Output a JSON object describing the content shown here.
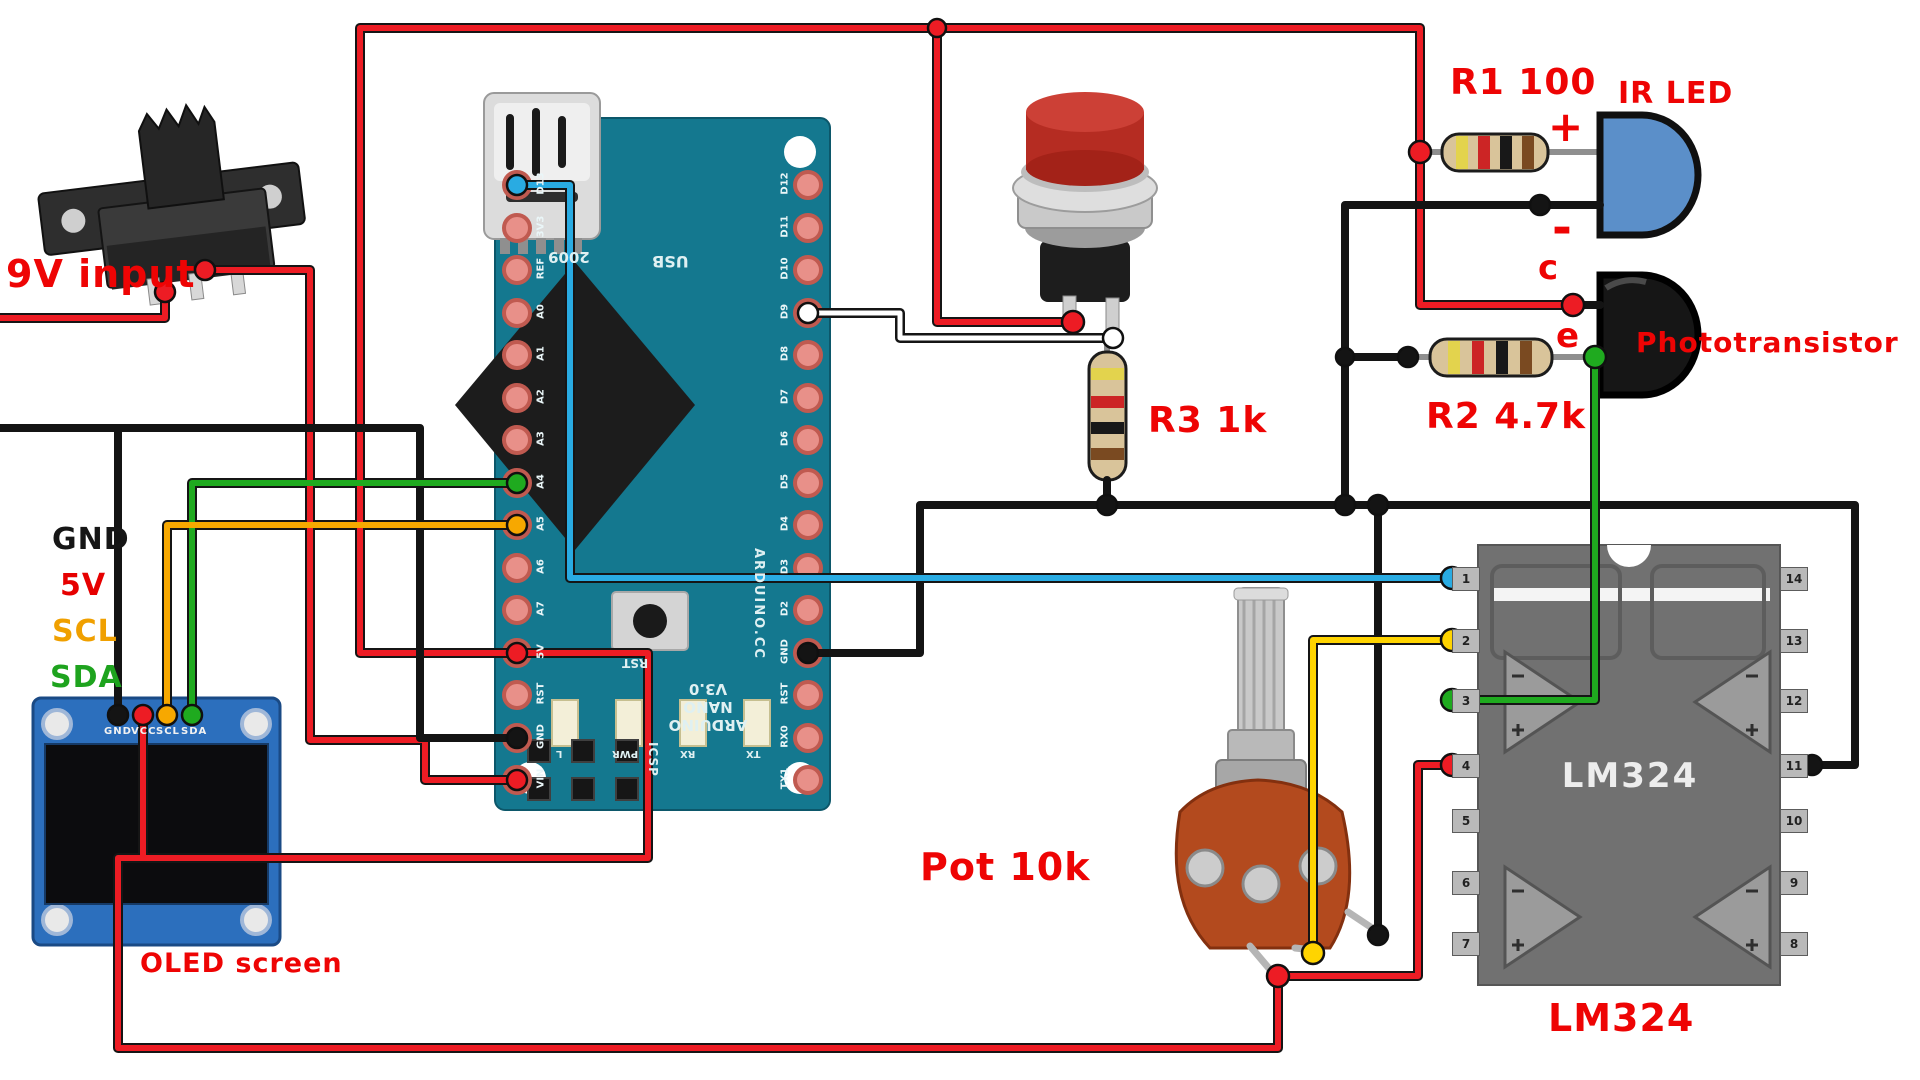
{
  "diagram_type": "electronics-wiring-diagram",
  "colors": {
    "wire_red": "#ed1c24",
    "wire_black": "#141414",
    "wire_white": "#ffffff",
    "wire_cyan": "#29abe2",
    "wire_green": "#1faa1f",
    "wire_orange": "#f7a800",
    "wire_yellow": "#ffd400",
    "nano_board": "#14788f",
    "oled_pcb": "#2c6fbd",
    "annotation_red": "#ee0404",
    "chip_gray": "#717171"
  },
  "labels": {
    "nine_v": "9V input",
    "r1": "R1 100",
    "r2": "R2 4.7k",
    "r3": "R3 1k",
    "pot": "Pot 10k",
    "ir_led": "IR LED",
    "phototransistor": "Phototransistor",
    "plus": "+",
    "minus": "-",
    "collector": "c",
    "emitter": "e"
  },
  "legend": {
    "items": [
      {
        "label": "GND",
        "color": "#161616"
      },
      {
        "label": "5V",
        "color": "#e60000"
      },
      {
        "label": "SCL",
        "color": "#f0a000"
      },
      {
        "label": "SDA",
        "color": "#1ea31e"
      }
    ]
  },
  "nano": {
    "left_pins": [
      "D13",
      "3V3",
      "REF",
      "A0",
      "A1",
      "A2",
      "A3",
      "A4",
      "A5",
      "A6",
      "A7",
      "5V",
      "RST",
      "GND",
      "VIN"
    ],
    "right_pins": [
      "D12",
      "D11",
      "D10",
      "D9",
      "D8",
      "D7",
      "D6",
      "D5",
      "D4",
      "D3",
      "D2",
      "GND",
      "RST",
      "RX0",
      "TX1"
    ],
    "brand_line1": "ARDUINO",
    "brand_line2": "NANO",
    "brand_line3": "V3.0",
    "url": "ARDUINO.CC",
    "rst": "RST",
    "usb": "USB",
    "year": "2009",
    "icsp": "ICSP",
    "led_labels": [
      "L",
      "PWR",
      "RX",
      "TX"
    ]
  },
  "oled": {
    "pin_labels": [
      "GND",
      "VCC",
      "SCL",
      "SDA"
    ],
    "caption": "OLED screen"
  },
  "lm324": {
    "chip_text": "LM324",
    "caption": "LM324",
    "left_pin_numbers": [
      "1",
      "2",
      "3",
      "4",
      "5",
      "6",
      "7"
    ],
    "right_pin_numbers": [
      "14",
      "13",
      "12",
      "11",
      "10",
      "9",
      "8"
    ]
  }
}
